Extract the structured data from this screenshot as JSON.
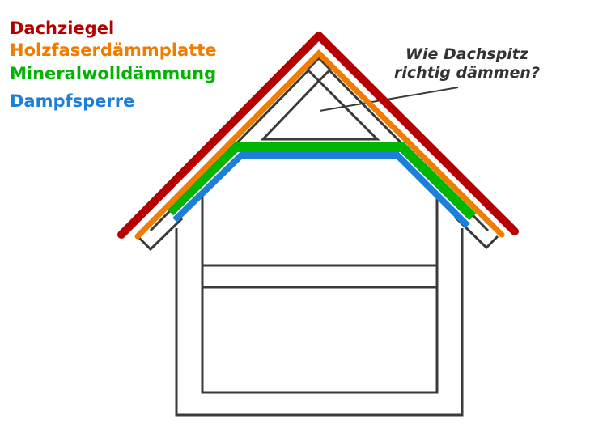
{
  "legend": [
    {
      "label": "Dachziegel",
      "color": "#b50000"
    },
    {
      "label": "Holzfaserdämmplatte",
      "color": "#f07c00"
    },
    {
      "label": "Mineralwolldämmung",
      "color": "#00b400"
    },
    {
      "label": "Dampfsperre",
      "color": "#1e7fd8"
    }
  ],
  "question": {
    "line1": "Wie Dachspitz",
    "line2": "richtig dämmen?"
  },
  "colors": {
    "outline": "#3a3a3a"
  }
}
